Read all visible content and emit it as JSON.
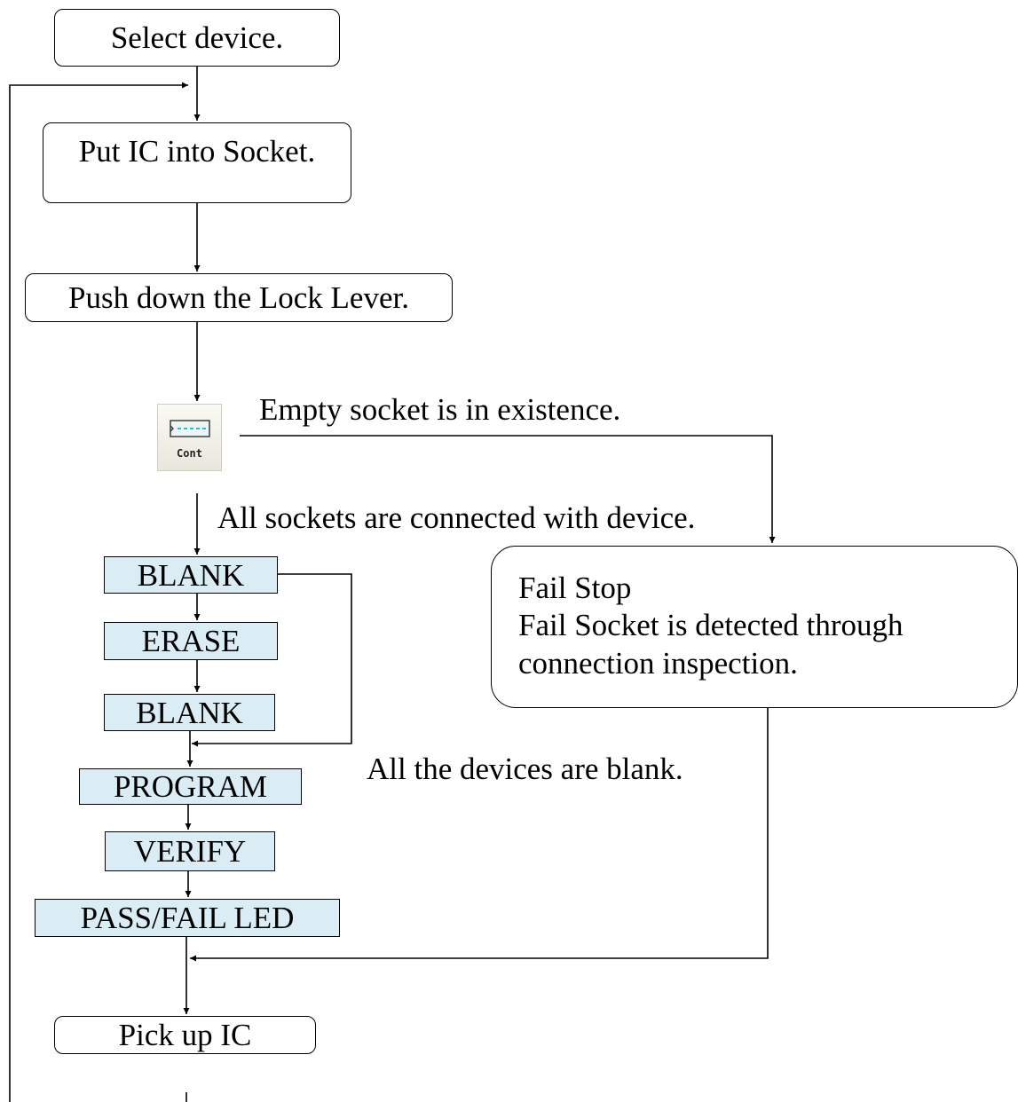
{
  "steps": {
    "select_device": "Select device.",
    "put_ic": "Put IC into Socket.",
    "push_lever": "Push down the Lock Lever.",
    "blank_1": "BLANK",
    "erase": "ERASE",
    "blank_2": "BLANK",
    "program": "PROGRAM",
    "verify": "VERIFY",
    "pass_fail_led": "PASS/FAIL LED",
    "pick_up_ic": "Pick up IC"
  },
  "cont_icon": {
    "label": "Cont",
    "icon": "socket-continuity-icon"
  },
  "labels": {
    "empty_socket": "Empty socket is in existence.",
    "all_connected": "All sockets are connected with device.",
    "all_blank": "All the devices are blank."
  },
  "fail_stop": {
    "title": "Fail Stop",
    "line1": "Fail Socket is detected through",
    "line2": "connection inspection."
  },
  "colors": {
    "step_fill": "#dbedf4",
    "line": "#000000",
    "icon_accent": "#19c6d8"
  }
}
